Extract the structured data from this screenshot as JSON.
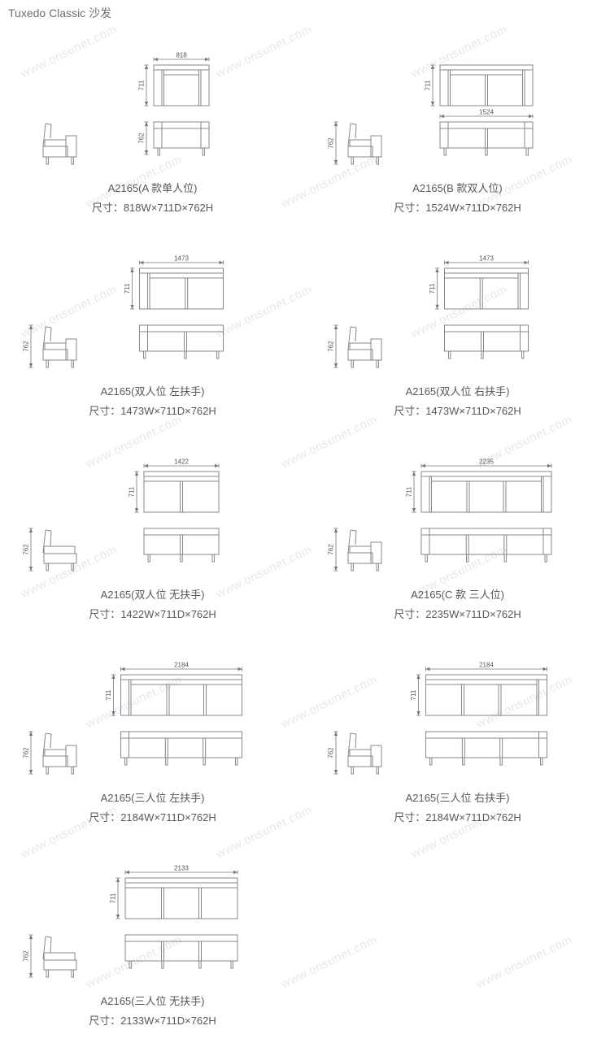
{
  "page": {
    "title": "Tuxedo Classic 沙发"
  },
  "watermark": {
    "text": "www.onsunet.com"
  },
  "colors": {
    "line": "#82888e",
    "dim_text": "#555555",
    "label": "#585858"
  },
  "products": [
    {
      "name": "A2165(A 款单人位)",
      "size": "尺寸：818W×711D×762H",
      "width": "818",
      "depth": "711",
      "height": "762",
      "seats": 1,
      "arm_left": true,
      "arm_right": true,
      "width_dim_pos": "top",
      "height_dim_pos": "front"
    },
    {
      "name": "A2165(B 款双人位)",
      "size": "尺寸：1524W×711D×762H",
      "width": "1524",
      "depth": "711",
      "height": "762",
      "seats": 2,
      "arm_left": true,
      "arm_right": true,
      "width_dim_pos": "front",
      "height_dim_pos": "side"
    },
    {
      "name": "A2165(双人位 左扶手)",
      "size": "尺寸：1473W×711D×762H",
      "width": "1473",
      "depth": "711",
      "height": "762",
      "seats": 2,
      "arm_left": true,
      "arm_right": false,
      "width_dim_pos": "top",
      "height_dim_pos": "side"
    },
    {
      "name": "A2165(双人位 右扶手)",
      "size": "尺寸：1473W×711D×762H",
      "width": "1473",
      "depth": "711",
      "height": "762",
      "seats": 2,
      "arm_left": false,
      "arm_right": true,
      "width_dim_pos": "top",
      "height_dim_pos": "side"
    },
    {
      "name": "A2165(双人位 无扶手)",
      "size": "尺寸：1422W×711D×762H",
      "width": "1422",
      "depth": "711",
      "height": "762",
      "seats": 2,
      "arm_left": false,
      "arm_right": false,
      "width_dim_pos": "top",
      "height_dim_pos": "side"
    },
    {
      "name": "A2165(C 款 三人位)",
      "size": "尺寸：2235W×711D×762H",
      "width": "2235",
      "depth": "711",
      "height": "762",
      "seats": 3,
      "arm_left": true,
      "arm_right": true,
      "width_dim_pos": "top",
      "height_dim_pos": "side"
    },
    {
      "name": "A2165(三人位 左扶手)",
      "size": "尺寸：2184W×711D×762H",
      "width": "2184",
      "depth": "711",
      "height": "762",
      "seats": 3,
      "arm_left": true,
      "arm_right": false,
      "width_dim_pos": "top",
      "height_dim_pos": "side"
    },
    {
      "name": "A2165(三人位 右扶手)",
      "size": "尺寸：2184W×711D×762H",
      "width": "2184",
      "depth": "711",
      "height": "762",
      "seats": 3,
      "arm_left": false,
      "arm_right": true,
      "width_dim_pos": "top",
      "height_dim_pos": "side"
    },
    {
      "name": "A2165(三人位 无扶手)",
      "size": "尺寸：2133W×711D×762H",
      "width": "2133",
      "depth": "711",
      "height": "762",
      "seats": 3,
      "arm_left": false,
      "arm_right": false,
      "width_dim_pos": "top",
      "height_dim_pos": "side"
    }
  ]
}
